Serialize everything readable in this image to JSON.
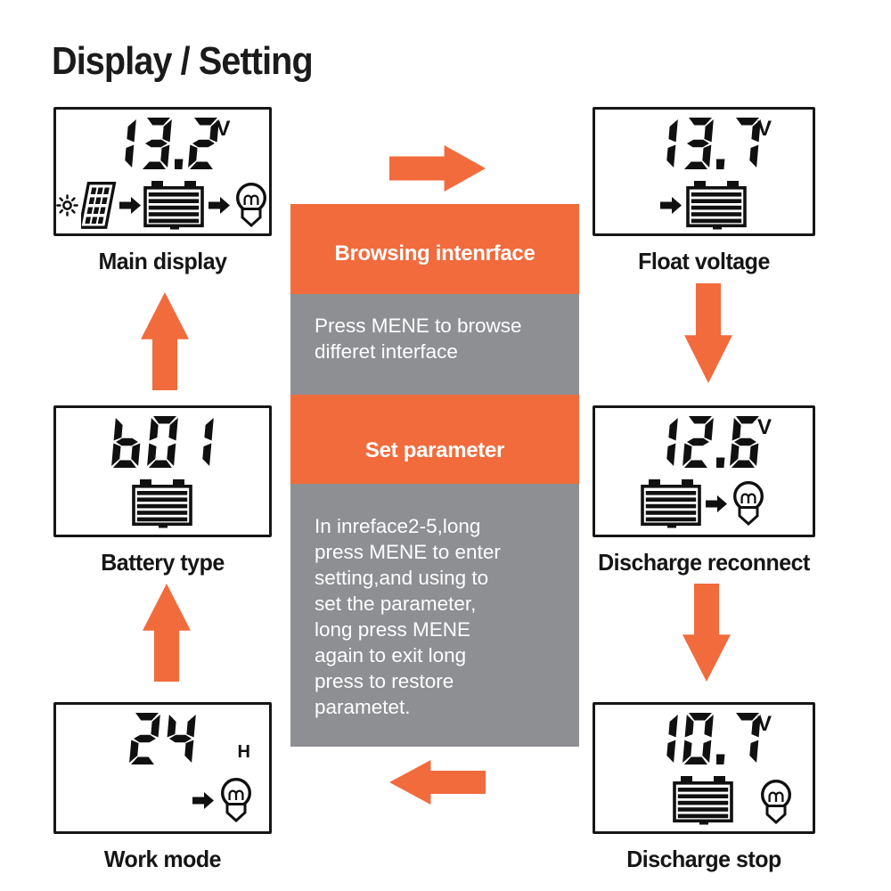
{
  "title": "Display / Setting",
  "colors": {
    "accent_orange": "#f26b3d",
    "panel_gray": "#8e8f93",
    "lcd_ink": "#101010"
  },
  "center": {
    "browsing_header": "Browsing intenrface",
    "browsing_body": "Press MENE to browse\ndifferet interface",
    "set_header": "Set parameter",
    "set_body": "In inreface2-5,long\npress MENE to enter\nsetting,and using to\nset the parameter,\nlong press MENE\nagain to exit long\npress to restore\nparametet."
  },
  "panels": [
    {
      "id": "main-display",
      "label": "Main display",
      "value": "13.2",
      "unit": "V",
      "icons": [
        "sun-icon",
        "solar-panel-icon",
        "arrow-right-icon",
        "battery-icon",
        "arrow-right-icon",
        "bulb-icon"
      ]
    },
    {
      "id": "float-voltage",
      "label": "Float voltage",
      "value": "13.7",
      "unit": "V",
      "icons": [
        "arrow-right-icon",
        "battery-icon"
      ]
    },
    {
      "id": "battery-type",
      "label": "Battery type",
      "value": "b01",
      "unit": "",
      "icons": [
        "battery-icon"
      ]
    },
    {
      "id": "discharge-reconnect",
      "label": "Discharge reconnect",
      "value": "12.6",
      "unit": "V",
      "icons": [
        "battery-icon",
        "arrow-right-icon",
        "bulb-icon"
      ]
    },
    {
      "id": "work-mode",
      "label": "Work mode",
      "value": "24",
      "unit": "H",
      "icons": [
        "arrow-right-icon",
        "bulb-icon"
      ]
    },
    {
      "id": "discharge-stop",
      "label": "Discharge stop",
      "value": "10.7",
      "unit": "V",
      "icons": [
        "battery-icon",
        "bulb-icon"
      ]
    }
  ],
  "arrows": [
    {
      "name": "arrow-main-to-float",
      "direction": "right"
    },
    {
      "name": "arrow-float-to-reconnect",
      "direction": "down"
    },
    {
      "name": "arrow-reconnect-to-stop",
      "direction": "down"
    },
    {
      "name": "arrow-stop-to-work",
      "direction": "left"
    },
    {
      "name": "arrow-work-to-battery",
      "direction": "up"
    },
    {
      "name": "arrow-battery-to-main",
      "direction": "up"
    }
  ]
}
